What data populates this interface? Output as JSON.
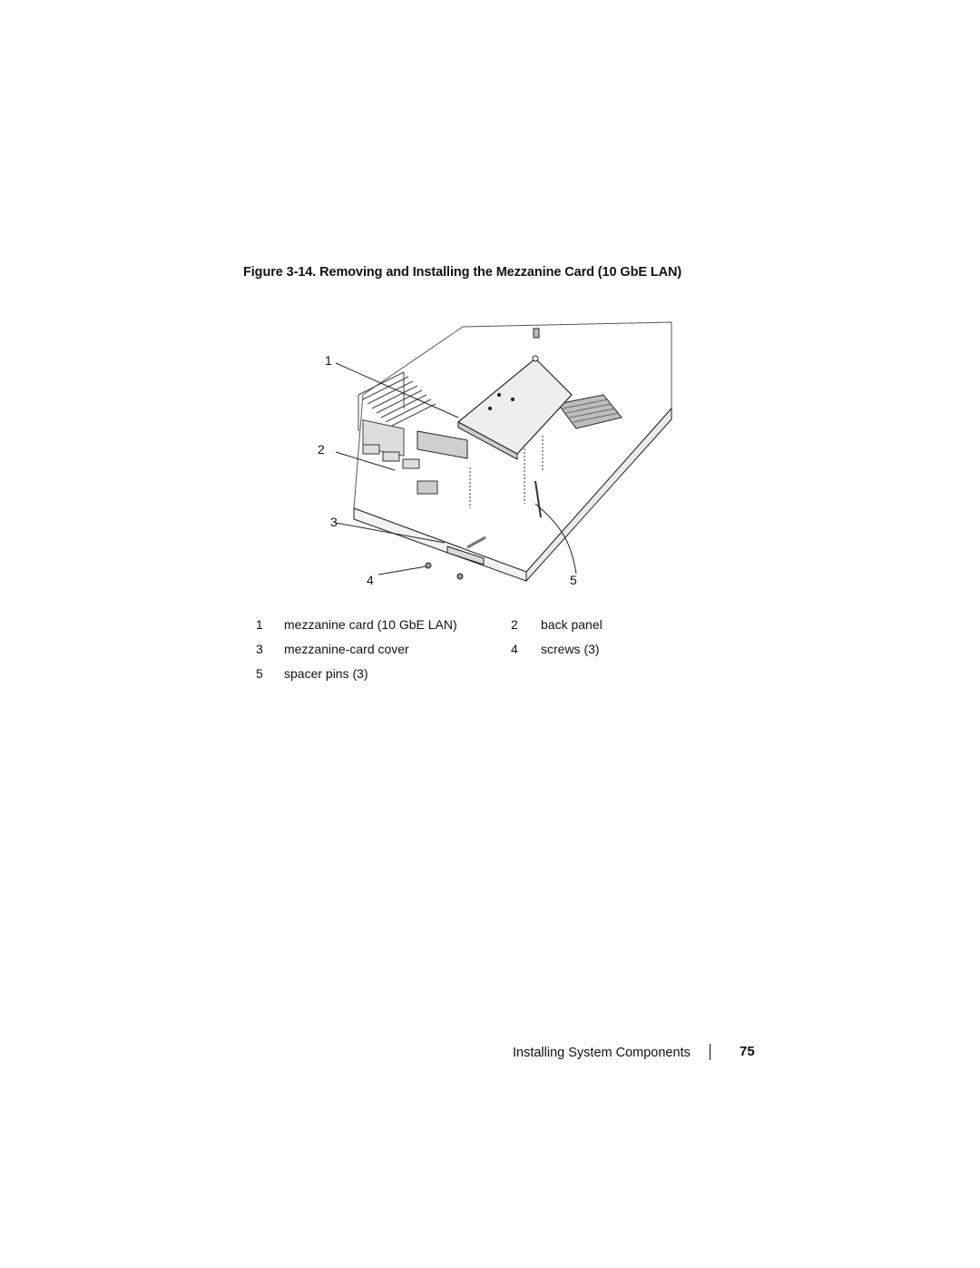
{
  "figure": {
    "caption": "Figure 3-14.    Removing and Installing the Mezzanine Card (10 GbE LAN)",
    "callouts": [
      "1",
      "2",
      "3",
      "4",
      "5"
    ]
  },
  "legend": [
    {
      "num": "1",
      "label": "mezzanine card (10 GbE LAN)"
    },
    {
      "num": "2",
      "label": "back panel"
    },
    {
      "num": "3",
      "label": "mezzanine-card cover"
    },
    {
      "num": "4",
      "label": "screws (3)"
    },
    {
      "num": "5",
      "label": "spacer pins (3)"
    }
  ],
  "footer": {
    "section_title": "Installing System Components",
    "page_number": "75"
  }
}
